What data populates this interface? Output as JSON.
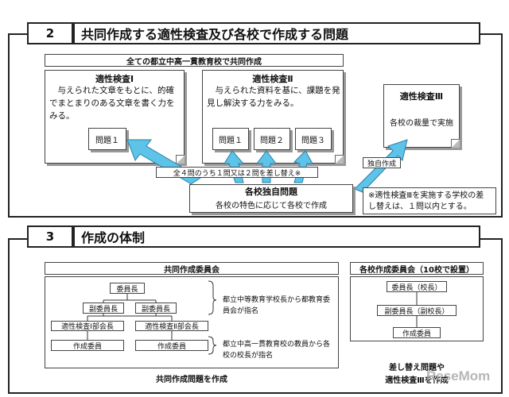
{
  "section2": {
    "number": "2",
    "title": "共同作成する適性検査及び各校で作成する問題",
    "banner": "全ての都立中高一貫教育校で共同作成",
    "test1": {
      "title": "適性検査Ⅰ",
      "desc": "与えられた文章をもとに、的確でまとまりのある文章を書く力をみる。",
      "problem": "問題１"
    },
    "test2": {
      "title": "適性検査Ⅱ",
      "desc": "与えられた資料を基に、課題を発見し解決する力をみる。",
      "problems": [
        "問題１",
        "問題２",
        "問題３"
      ]
    },
    "test3": {
      "title": "適性検査Ⅲ",
      "desc": "各校の裁量で実施"
    },
    "swap_note": "全４問のうち１問又は２問を差し替え※",
    "own_label": "独自作成",
    "school_problem": {
      "title": "各校独自問題",
      "desc": "各校の特色に応じて各校で作成"
    },
    "footnote": "※適性検査Ⅲを実施する学校の差し替えは、１問以内とする。"
  },
  "section3": {
    "number": "3",
    "title": "作成の体制",
    "joint": {
      "header": "共同作成委員会",
      "chair": "委員長",
      "vice1": "副委員長",
      "vice2": "副委員長",
      "sub1": "適性検査Ⅰ部会長",
      "sub2": "適性検査Ⅱ部会長",
      "member1": "作成委員",
      "member2": "作成委員",
      "note1": "都立中等教育学校長から都教育委員会が指名",
      "note2": "都立中高一貫教育校の教員から各校の校長が指名",
      "footer": "共同作成問題を作成"
    },
    "school": {
      "header": "各校作成委員会（10校で設置）",
      "chair": "委員長（校長）",
      "vice": "副委員長（副校長）",
      "member": "作成委員",
      "footer1": "差し替え問題や",
      "footer2": "適性検査Ⅲを作成"
    }
  },
  "watermark": "ReseMom",
  "colors": {
    "arrow": "#5ec3e8",
    "arrow_stroke": "#2a7fa8",
    "line": "#333333"
  }
}
